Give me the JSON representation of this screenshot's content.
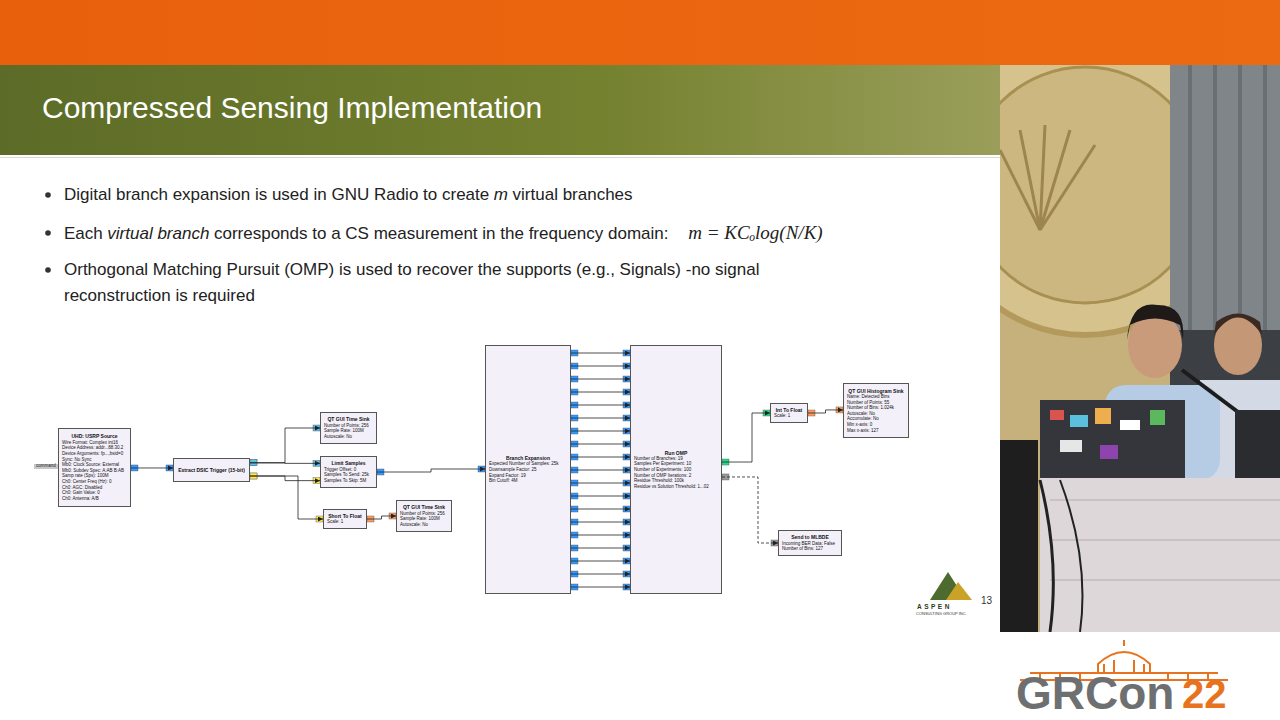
{
  "diagram": {
    "title": "Compressed Sensing Implementation",
    "nodes": [
      {
        "text": [
          "UHD: USRP Source",
          "Wire Format: Complex int16",
          "Device Address: addr...88.30.2",
          "Device Arguments: fp...,bsid=0",
          "Sync: No Sync",
          "Mb0: Clock Source: External",
          "Mb0: Subdev Spec: A:AB B:AB",
          "Samp rate (Sps): 100M",
          "Ch0: Center Freq (Hz): 0",
          "Ch0: AGC: Disabled",
          "Ch0: Gain Value: 0",
          "Ch0: Antenna: A/B"
        ]
      },
      {
        "text": [
          "Extract DSIC Trigger (15-bit)"
        ]
      },
      {
        "text": [
          "QT GUI Time Sink",
          "Number of Points: 256",
          "Sample Rate: 100M",
          "Autoscale: No"
        ]
      },
      {
        "text": [
          "Limit Samples",
          "Trigger Offset: 0",
          "Samples To Send: 25k",
          "Samples To Skip: 5M"
        ]
      },
      {
        "text": [
          "Short To Float",
          "Scale: 1"
        ]
      },
      {
        "text": [
          "QT GUI Time Sink",
          "Number of Points: 256",
          "Sample Rate: 100M",
          "Autoscale: No"
        ]
      },
      {
        "text": [
          "Branch Expansion",
          "Expected Number of Samples: 25k",
          "Downsample Factor: 25",
          "Expand Factor: 19",
          "Bin Cutoff: 4M"
        ]
      },
      {
        "text": [
          "Run OMP",
          "Number of Branches: 19",
          "Samples Per Experiment: 10",
          "Number of Experiments: 100",
          "Number of OMP Iterations: 2",
          "Residue Threshold: 100k",
          "Residue vs Solution Threshold: 1...02"
        ]
      },
      {
        "text": [
          "Int To Float",
          "Scale: 1"
        ]
      },
      {
        "text": [
          "QT GUI Histogram Sink",
          "Name: Detected Bins",
          "Number of Points: 55",
          "Number of Bins: 1.024k",
          "Autoscale: No",
          "Accumulate: No",
          "Min x-axis: 0",
          "Max x-axis: 127"
        ]
      },
      {
        "text": [
          "Send to MLBDE",
          "Incoming BER Data: False",
          "Number of Bins: 127"
        ]
      }
    ],
    "edges": [
      {
        "from": 0,
        "to": 1,
        "arrow": "to"
      },
      {
        "from": 1,
        "to": 2,
        "arrow": "to"
      },
      {
        "from": 1,
        "to": 3,
        "arrow": "to"
      },
      {
        "from": 1,
        "to": 3,
        "arrow": "to"
      },
      {
        "from": 1,
        "to": 4,
        "arrow": "to"
      },
      {
        "from": 3,
        "to": 6,
        "arrow": "to"
      },
      {
        "from": 4,
        "to": 5,
        "arrow": "to"
      },
      {
        "from": 6,
        "to": 7,
        "arrow": "to"
      },
      {
        "from": 6,
        "to": 7,
        "arrow": "to"
      },
      {
        "from": 6,
        "to": 7,
        "arrow": "to"
      },
      {
        "from": 6,
        "to": 7,
        "arrow": "to"
      },
      {
        "from": 6,
        "to": 7,
        "arrow": "to"
      },
      {
        "from": 6,
        "to": 7,
        "arrow": "to"
      },
      {
        "from": 6,
        "to": 7,
        "arrow": "to"
      },
      {
        "from": 6,
        "to": 7,
        "arrow": "to"
      },
      {
        "from": 6,
        "to": 7,
        "arrow": "to"
      },
      {
        "from": 6,
        "to": 7,
        "arrow": "to"
      },
      {
        "from": 6,
        "to": 7,
        "arrow": "to"
      },
      {
        "from": 6,
        "to": 7,
        "arrow": "to"
      },
      {
        "from": 6,
        "to": 7,
        "arrow": "to"
      },
      {
        "from": 6,
        "to": 7,
        "arrow": "to"
      },
      {
        "from": 6,
        "to": 7,
        "arrow": "to"
      },
      {
        "from": 6,
        "to": 7,
        "arrow": "to"
      },
      {
        "from": 6,
        "to": 7,
        "arrow": "to"
      },
      {
        "from": 6,
        "to": 7,
        "arrow": "to"
      },
      {
        "from": 6,
        "to": 7,
        "arrow": "to"
      },
      {
        "from": 7,
        "to": 8,
        "arrow": "to"
      },
      {
        "from": 8,
        "to": 9,
        "arrow": "to"
      },
      {
        "from": 7,
        "to": 10,
        "arrow": "to"
      }
    ],
    "labels": [
      "Digital branch expansion is used in GNU Radio to create",
      "m",
      "virtual branches",
      "Each",
      "virtual branch",
      "corresponds to a CS measurement in the frequency domain:",
      "m = KCₒlog(N/K)",
      "Orthogonal Matching Pursuit (OMP) is used to recover the supports (e.g., Signals) -no signal reconstruction is required",
      "command",
      "13",
      "ASPEN",
      "CONSULTING GROUP INC",
      "GRCon",
      "22"
    ]
  }
}
